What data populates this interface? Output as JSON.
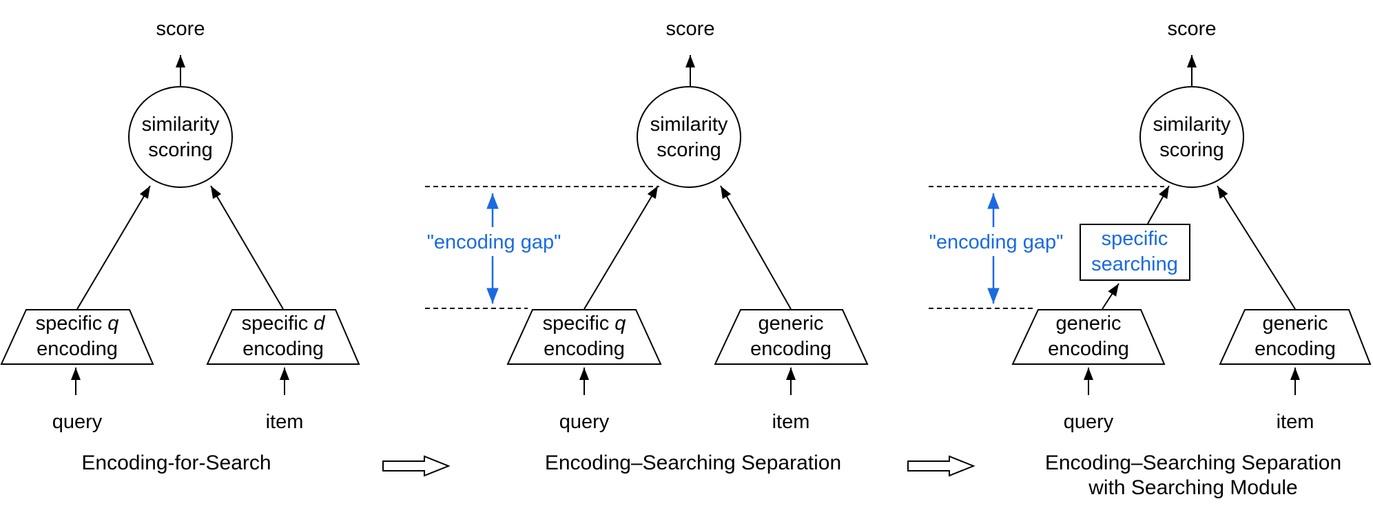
{
  "figure": {
    "background_color": "#ffffff",
    "ink_color": "#000000",
    "accent_blue": "#1B6AE0"
  },
  "panels": [
    {
      "caption": "Encoding-for-Search",
      "score_label": "score",
      "circle": {
        "line1": "similarity",
        "line2": "scoring"
      },
      "left_trapezoid": {
        "line1_prefix": "specific",
        "line1_italic": "q",
        "line2": "encoding"
      },
      "right_trapezoid": {
        "line1_prefix": "specific",
        "line1_italic": "d",
        "line2": "encoding"
      },
      "query_label": "query",
      "item_label": "item"
    },
    {
      "caption": "Encoding–Searching Separation",
      "score_label": "score",
      "circle": {
        "line1": "similarity",
        "line2": "scoring"
      },
      "left_trapezoid": {
        "line1_prefix": "specific",
        "line1_italic": "q",
        "line2": "encoding"
      },
      "right_trapezoid": {
        "line1": "generic",
        "line2": "encoding"
      },
      "gap_label": "\"encoding gap\"",
      "query_label": "query",
      "item_label": "item"
    },
    {
      "caption_line1": "Encoding–Searching Separation",
      "caption_line2": "with Searching Module",
      "score_label": "score",
      "circle": {
        "line1": "similarity",
        "line2": "scoring"
      },
      "left_trapezoid": {
        "line1": "generic",
        "line2": "encoding"
      },
      "right_trapezoid": {
        "line1": "generic",
        "line2": "encoding"
      },
      "searching_box": {
        "line1": "specific",
        "line2": "searching"
      },
      "gap_label": "\"encoding gap\"",
      "query_label": "query",
      "item_label": "item"
    }
  ]
}
